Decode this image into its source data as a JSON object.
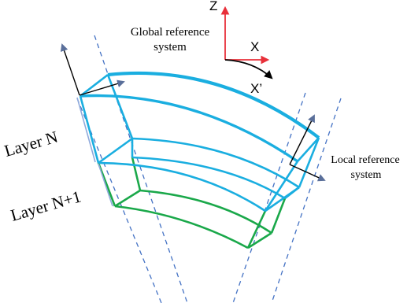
{
  "global_system": {
    "title_line1": "Global reference",
    "title_line2": "system",
    "axis_z": "Z",
    "axis_x": "X",
    "axis_x_prime": "X’"
  },
  "local_system": {
    "title_line1": "Local reference",
    "title_line2": "system"
  },
  "layers": {
    "upper": "Layer N",
    "lower": "Layer N+1"
  },
  "colors": {
    "layer_n": "#1aaee0",
    "layer_n1": "#1aa84a",
    "global_axes": "#e8303a",
    "local_axes": "#000000",
    "guide_lines": "#4472c4",
    "arrow_heads": "#5a6f9a"
  }
}
